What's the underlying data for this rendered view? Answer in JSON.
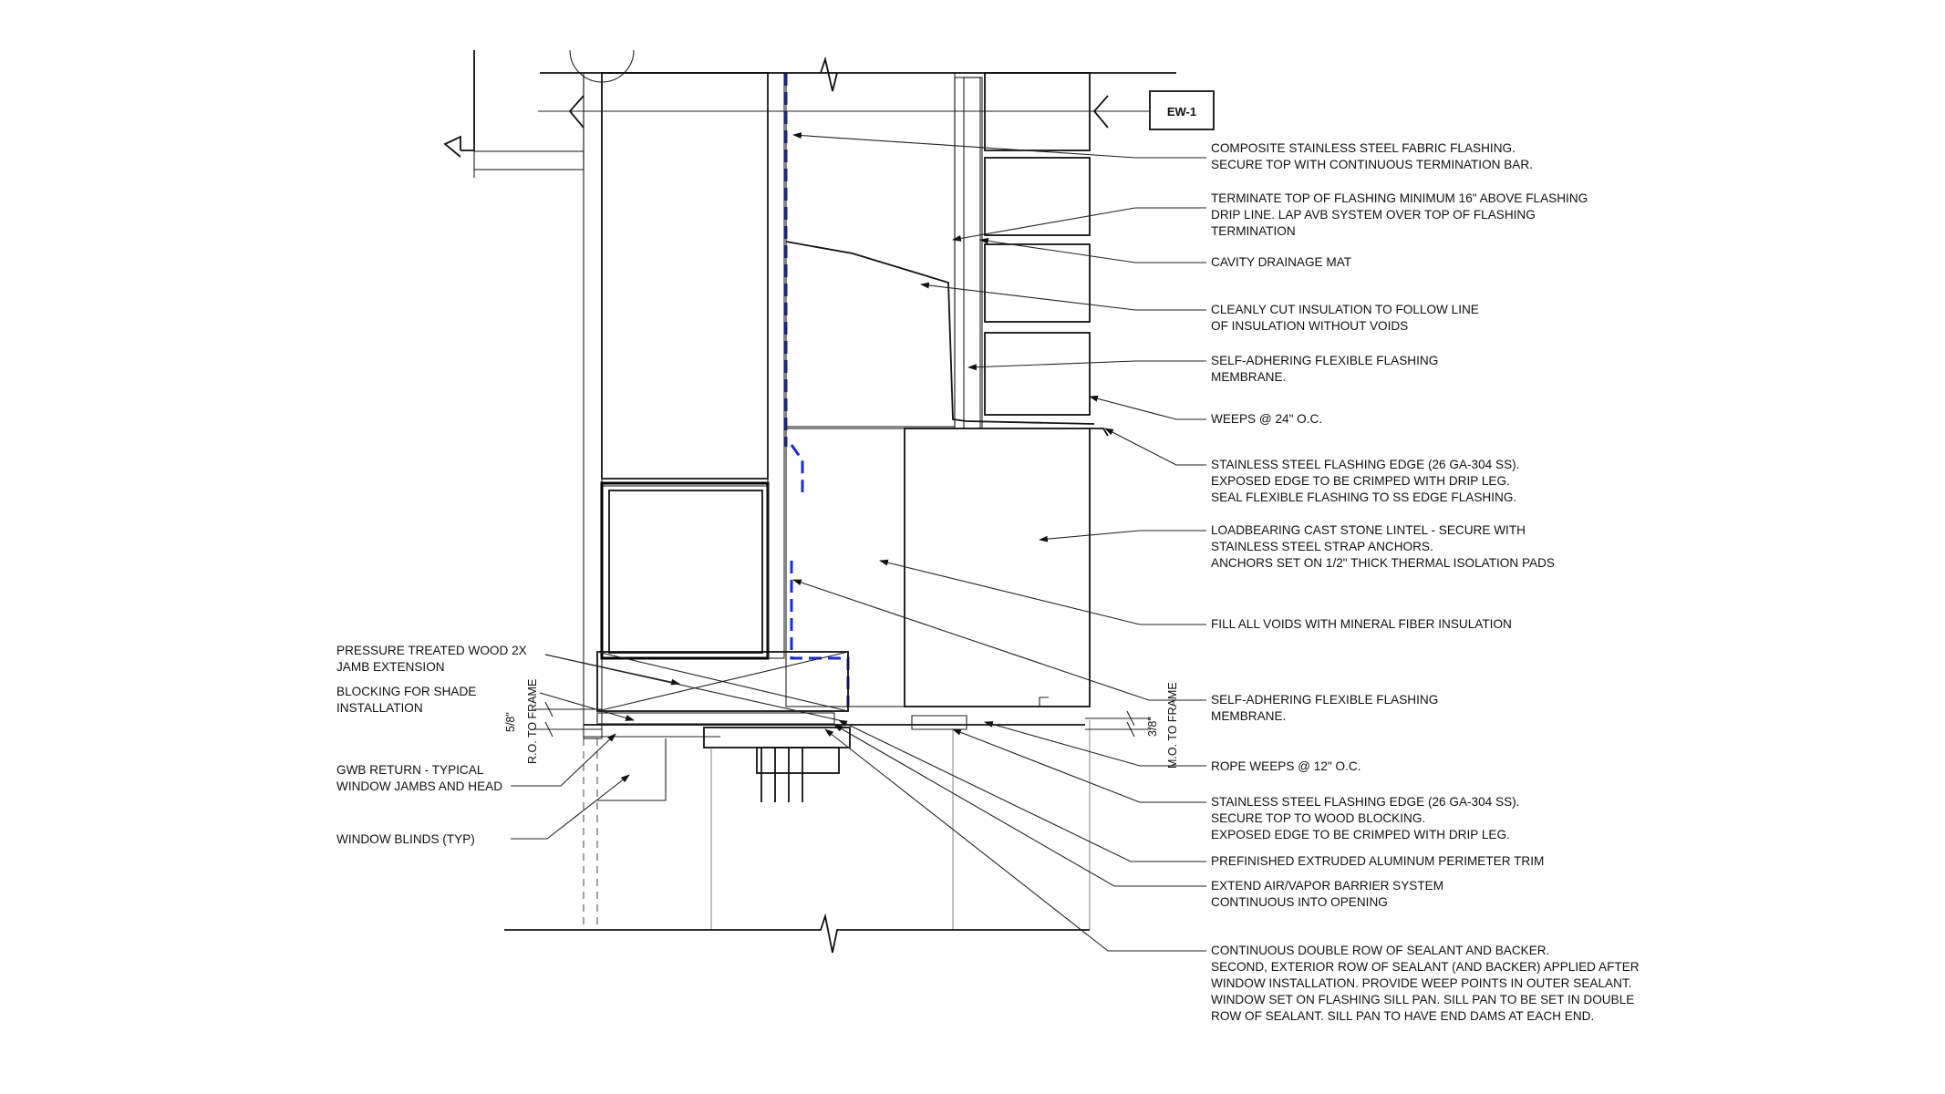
{
  "section_tag": "EW-1",
  "notes_right": [
    [
      "COMPOSITE STAINLESS STEEL FABRIC FLASHING.",
      "SECURE TOP WITH CONTINUOUS TERMINATION BAR."
    ],
    [
      "TERMINATE TOP OF FLASHING MINIMUM 16\" ABOVE FLASHING",
      "DRIP LINE.  LAP AVB SYSTEM OVER TOP OF FLASHING",
      "TERMINATION"
    ],
    [
      "CAVITY DRAINAGE MAT"
    ],
    [
      "CLEANLY CUT INSULATION TO FOLLOW LINE",
      "OF INSULATION WITHOUT VOIDS"
    ],
    [
      "SELF-ADHERING FLEXIBLE FLASHING",
      "MEMBRANE."
    ],
    [
      "WEEPS @ 24\" O.C."
    ],
    [
      "STAINLESS STEEL FLASHING EDGE (26 GA-304 SS).",
      "EXPOSED EDGE TO BE CRIMPED WITH DRIP LEG.",
      "SEAL FLEXIBLE FLASHING TO SS EDGE FLASHING."
    ],
    [
      "LOADBEARING CAST STONE LINTEL - SECURE WITH",
      "STAINLESS STEEL STRAP ANCHORS.",
      "ANCHORS SET ON 1/2\" THICK THERMAL ISOLATION PADS"
    ],
    [
      "FILL ALL VOIDS WITH MINERAL FIBER INSULATION"
    ],
    [
      "SELF-ADHERING FLEXIBLE FLASHING",
      "MEMBRANE."
    ],
    [
      "ROPE WEEPS @ 12\" O.C."
    ],
    [
      "STAINLESS STEEL FLASHING EDGE (26 GA-304 SS).",
      "SECURE TOP TO WOOD BLOCKING.",
      "EXPOSED EDGE TO BE CRIMPED WITH DRIP LEG."
    ],
    [
      "PREFINISHED EXTRUDED ALUMINUM PERIMETER TRIM"
    ],
    [
      "EXTEND AIR/VAPOR BARRIER SYSTEM",
      "CONTINUOUS INTO OPENING"
    ],
    [
      "CONTINUOUS DOUBLE ROW OF SEALANT AND BACKER.",
      "SECOND, EXTERIOR ROW OF SEALANT (AND BACKER) APPLIED AFTER",
      "WINDOW INSTALLATION.  PROVIDE WEEP POINTS IN OUTER SEALANT.",
      "",
      "WINDOW SET ON FLASHING SILL PAN.  SILL PAN TO BE SET IN DOUBLE",
      "ROW OF SEALANT. SILL PAN TO HAVE END DAMS AT EACH END."
    ]
  ],
  "notes_left": [
    [
      "PRESSURE TREATED WOOD 2X",
      "JAMB EXTENSION"
    ],
    [
      "BLOCKING FOR SHADE",
      "INSTALLATION"
    ],
    [
      "GWB RETURN - TYPICAL",
      "WINDOW JAMBS AND HEAD"
    ],
    [
      "WINDOW BLINDS (TYP)"
    ]
  ],
  "dimensions": {
    "left_value": "5/8\"",
    "left_label": "R.O. TO FRAME",
    "right_value": "3/8\"",
    "right_label": "M.O. TO FRAME"
  }
}
